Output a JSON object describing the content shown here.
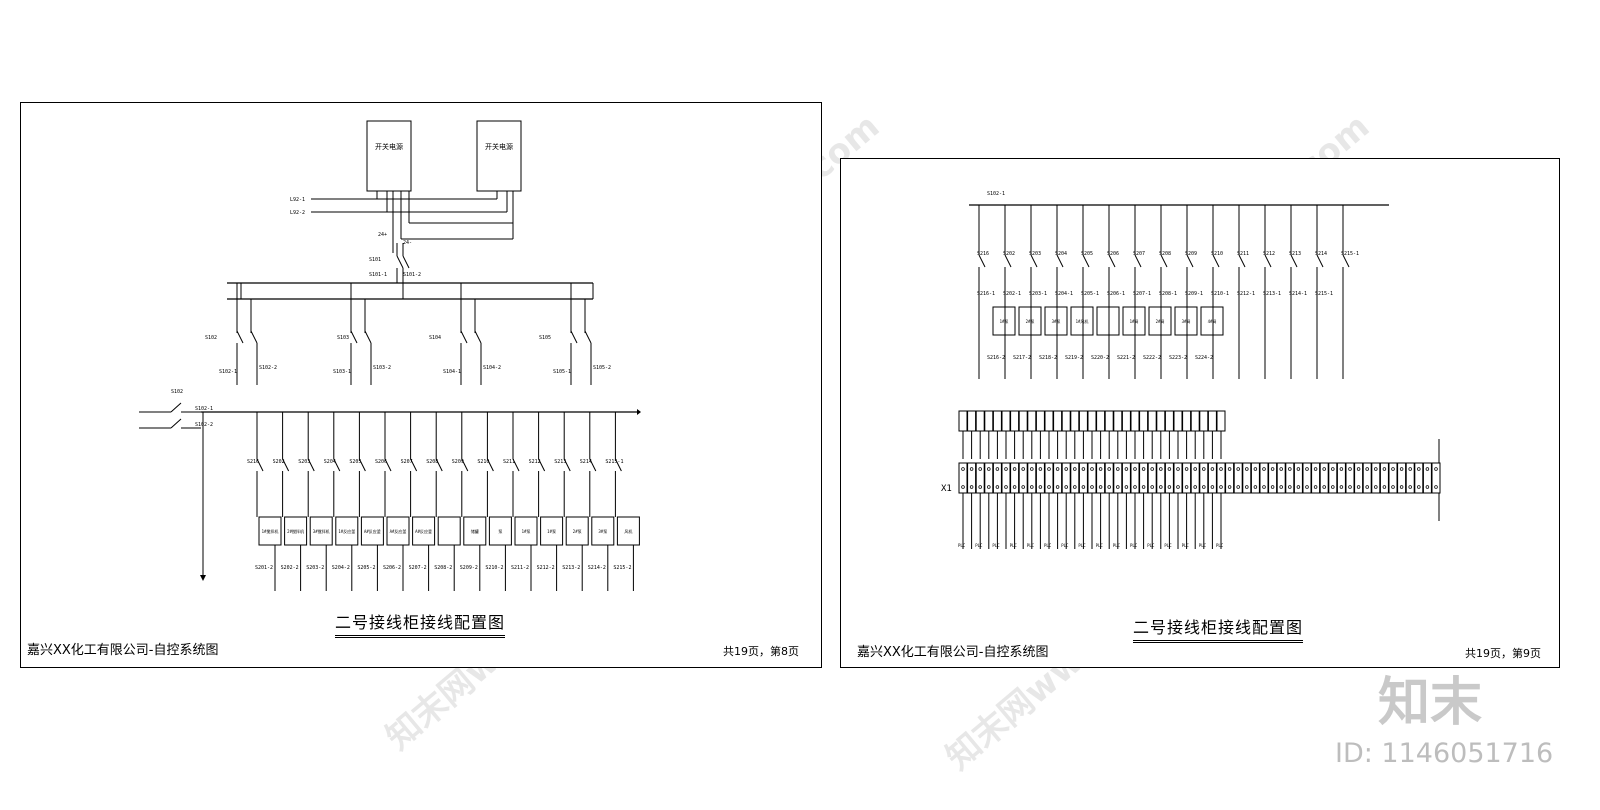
{
  "sheet1": {
    "title": "二号接线柜接线配置图",
    "company": "嘉兴XX化工有限公司-自控系统图",
    "page_info": "共19页，第8页",
    "psu_labels": [
      "开关电源",
      "开关电源"
    ],
    "incoming": [
      "L92-1",
      "L92-2"
    ],
    "dc_labels": [
      "24+",
      "24-"
    ],
    "main_switch": "S101",
    "main_outputs": [
      "S101-1",
      "S101-2"
    ],
    "sub_switches": [
      "S102",
      "S103",
      "S104",
      "S105"
    ],
    "sub_outputs": [
      [
        "S102-1",
        "S102-2"
      ],
      [
        "S103-1",
        "S103-2"
      ],
      [
        "S104-1",
        "S104-2"
      ],
      [
        "S105-1",
        "S105-2"
      ]
    ],
    "feed_switch": "S102",
    "feed_outputs": [
      "S102-1",
      "S102-2"
    ],
    "branch_switches": [
      "S216",
      "S202",
      "S203",
      "S204",
      "S205",
      "S206",
      "S207",
      "S208",
      "S209",
      "S210",
      "S211",
      "S212",
      "S213",
      "S214",
      "S215-1"
    ],
    "devices": [
      "1#搅拌机",
      "2#搅拌机",
      "3#搅拌机",
      "1#反应釜",
      "A#反应釜",
      "A#反应釜",
      "A#反应釜",
      "",
      "储罐",
      "泵",
      "1#泵",
      "1#泵",
      "2#泵",
      "3#泵",
      "风机"
    ],
    "branch_outputs": [
      "S201-2",
      "S202-2",
      "S203-2",
      "S204-2",
      "S205-2",
      "S206-2",
      "S207-2",
      "S208-2",
      "S209-2",
      "S210-2",
      "S211-2",
      "S212-2",
      "S213-2",
      "S214-2",
      "S215-2"
    ]
  },
  "sheet2": {
    "title": "二号接线柜接线配置图",
    "company": "嘉兴XX化工有限公司-自控系统图",
    "page_info": "共19页，第9页",
    "bus_label": "S102-1",
    "switches": [
      "S216",
      "S202",
      "S203",
      "S204",
      "S205",
      "S206",
      "S207",
      "S208",
      "S209",
      "S210",
      "S211",
      "S212",
      "S213",
      "S214",
      "S215-1"
    ],
    "switch_outputs": [
      "S216-1",
      "S202-1",
      "S203-1",
      "S204-1",
      "S205-1",
      "S206-1",
      "S207-1",
      "S208-1",
      "S209-1",
      "S210-1",
      "S212-1",
      "S213-1",
      "S214-1",
      "S215-1"
    ],
    "devices": [
      "1#泵",
      "2#泵",
      "3#泵",
      "1#风机",
      "",
      "1#阀",
      "2#阀",
      "3#阀",
      "4#阀"
    ],
    "device_outputs": [
      "S216-2",
      "S217-2",
      "S218-2",
      "S219-2",
      "S220-2",
      "S221-2",
      "S222-2",
      "S223-2",
      "S224-2"
    ],
    "terminal_strip": "X1",
    "signal_label": "PLC"
  },
  "watermark": "知末网www.znzmo.com",
  "brand": "知末",
  "image_id": "ID: 1146051716",
  "colors": {
    "line": "#000000",
    "watermark": "#bbbbbb"
  }
}
